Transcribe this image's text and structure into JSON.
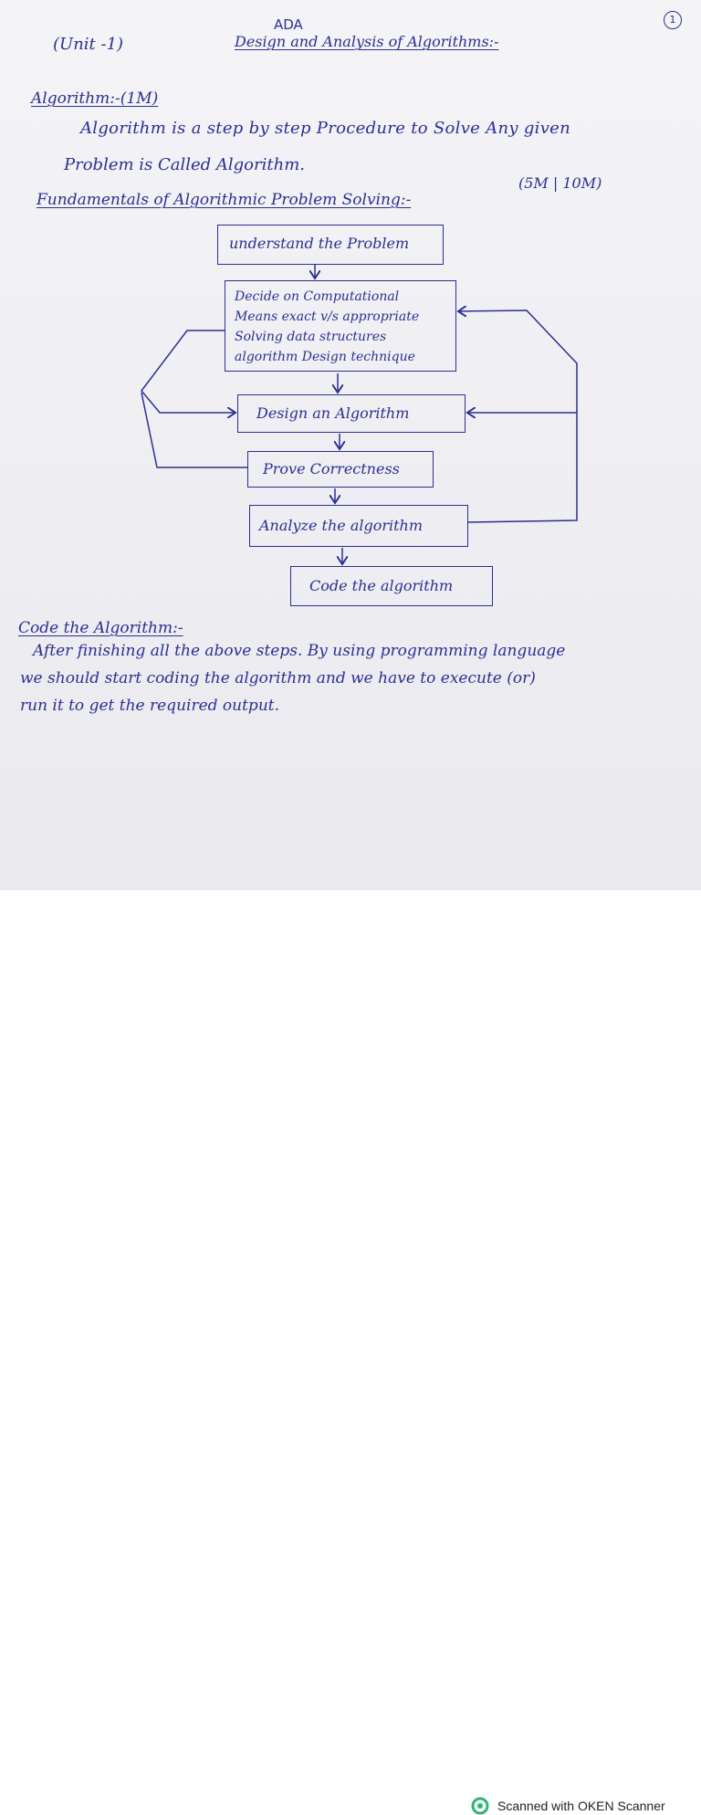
{
  "header": {
    "unit": "(Unit -1)",
    "subject": "ADA",
    "title": "Design and Analysis of Algorithms:-",
    "page_number": "1"
  },
  "definition": {
    "heading": "Algorithm:-(1M)",
    "line1": "Algorithm is a step by step Procedure to Solve Any given",
    "line2": "Problem is Called Algorithm."
  },
  "fundamentals": {
    "heading": "Fundamentals of Algorithmic Problem Solving:-",
    "marks": "(5M | 10M)"
  },
  "flowchart": {
    "step1": "understand the Problem",
    "step2": {
      "line1": "Decide on Computational",
      "line2": "Means exact v/s appropriate",
      "line3": "Solving data structures",
      "line4": "algorithm Design technique"
    },
    "step3": "Design an Algorithm",
    "step4": "Prove Correctness",
    "step5": "Analyze the algorithm",
    "step6": "Code the algorithm"
  },
  "code_section": {
    "heading": "Code the Algorithm:-",
    "line1": "After finishing all the above steps. By using programming language",
    "line2": "we should start coding the algorithm and we have to execute (or)",
    "line3": "run it to get the required output."
  },
  "footer": {
    "scanner_text": "Scanned with OKEN Scanner",
    "accent": "#2bb673"
  }
}
